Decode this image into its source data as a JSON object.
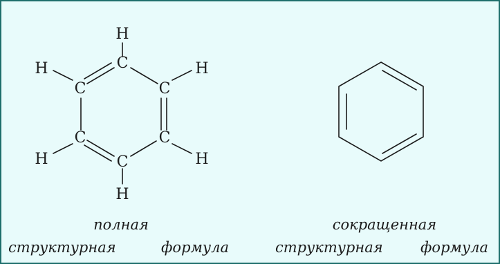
{
  "atoms": {
    "carbon": "C",
    "hydrogen": "H"
  },
  "captions": {
    "full": {
      "line1": "полная",
      "line2a": "структурная",
      "line2b": "формула"
    },
    "short": {
      "line1": "сокращенная",
      "line2a": "структурная",
      "line2b": "формула"
    }
  },
  "colors": {
    "background": "#e8fbfb",
    "border": "#1f6f6c",
    "ink": "#1b1b1b"
  }
}
